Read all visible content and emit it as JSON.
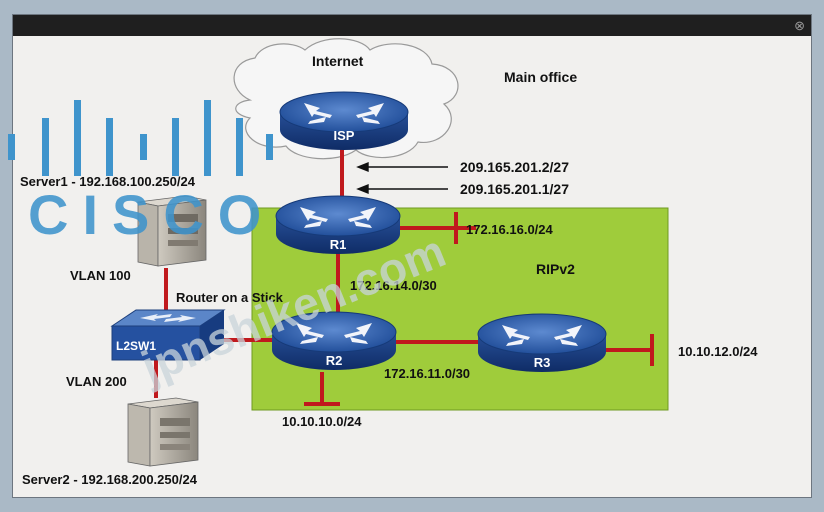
{
  "window": {
    "title": ""
  },
  "cloud_label": "Internet",
  "site_label": "Main office",
  "protocol_label": "RIPv2",
  "routers": {
    "isp": "ISP",
    "r1": "R1",
    "r2": "R2",
    "r3": "R3"
  },
  "switch_label": "L2SW1",
  "servers": [
    {
      "label": "Server1 - 192.168.100.250/24",
      "vlan": "VLAN 100"
    },
    {
      "label": "Server2 - 192.168.200.250/24",
      "vlan": "VLAN 200"
    }
  ],
  "links": {
    "isp_side": "209.165.201.2/27",
    "r1_side": "209.165.201.1/27",
    "r1_lan": "172.16.16.0/24",
    "r1_r2": "172.16.14.0/30",
    "r2_r3": "172.16.11.0/30",
    "r2_lan": "10.10.10.0/24",
    "r3_lan": "10.10.12.0/24"
  },
  "router_on_stick": "Router on a Stick",
  "logo_text": "CISCO",
  "watermark": "jpnshiken.com",
  "colors": {
    "rip_area": "#9fcc3b",
    "link": "#c0191d",
    "router": "#1f4f99",
    "logo": "#3f94cc"
  }
}
